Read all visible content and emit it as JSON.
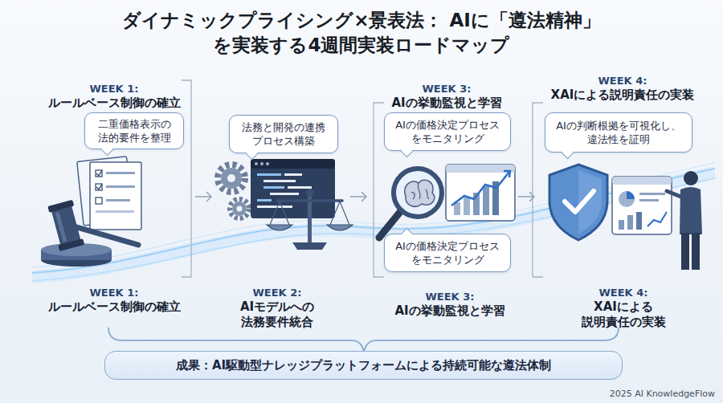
{
  "diagram": {
    "title": "ダイナミックプライシング×景表法： AIに「遵法精神」を実装する4週間実装ロードマップ",
    "nodes": [
      {
        "text": [
          "二重価格表示の 法的要件を整理"
        ]
      },
      {
        "text": [
          "法務と開発の連携 プロセス構築"
        ]
      },
      {
        "text": [
          "AIの価格決定プロセス をモニタリング"
        ]
      },
      {
        "text": [
          "AIの価格決定プロセス をモニタリング"
        ]
      },
      {
        "text": [
          "AIの判断根拠を可視化し、 違法性を証明"
        ]
      },
      {
        "text": [
          "成果：AI駆動型ナレッジプラットフォームによる持続可能な遵法体制"
        ]
      }
    ],
    "labels": [
      "WEEK 1:",
      "ルールベース制御の確立",
      "WEEK 3:",
      "AIの挙動監視と学習",
      "WEEK 4:",
      "XAIによる説明責任の実装",
      "WEEK 1:",
      "ルールベース制御の確立",
      "WEEK 2:",
      "AIモデルへの 法務要件統合",
      "WEEK 3:",
      "AIの挙動監視と学習",
      "WEEK 4:",
      "XAIによる 説明責任の実装",
      "2025 AI KnowledgeFlow"
    ]
  }
}
